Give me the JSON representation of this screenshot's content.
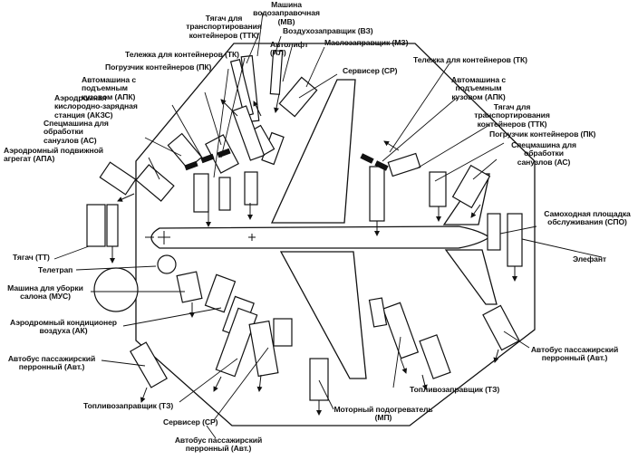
{
  "labels": {
    "mv": [
      "Машина водозаправочная",
      "(МВ)"
    ],
    "ttk_top": [
      "Тягач для",
      "транспортирования",
      "контейнеров (ТТК)"
    ],
    "vz": [
      "Воздухозаправщик (ВЗ)"
    ],
    "al": [
      "Автолифт (АЛ)"
    ],
    "mz": [
      "Маслозаправщик (МЗ)"
    ],
    "tk_left": [
      "Тележка для контейнеров (ТК)"
    ],
    "pk_left": [
      "Погрузчик контейнеров (ПК)"
    ],
    "apk_left": [
      "Автомашина с подъемным",
      "кузовом (АПК)"
    ],
    "akzs": [
      "Аэродромная",
      "кислородно-зарядная",
      "станция (АКЗС)"
    ],
    "as_left": [
      "Спецмашина для",
      "обработки",
      "санузлов (АС)"
    ],
    "apa": [
      "Аэродромный подвижной",
      "агрегат (АПА)"
    ],
    "sr_top": [
      "Сервисер (СР)"
    ],
    "tk_right": [
      "Тележка для контейнеров (ТК)"
    ],
    "apk_right": [
      "Автомашина с подъемным",
      "кузовом (АПК)"
    ],
    "ttk_right": [
      "Тягач для",
      "транспортирования",
      "контейнеров (ТТК)"
    ],
    "pk_right": [
      "Погрузчик контейнеров (ПК)"
    ],
    "as_right": [
      "Спецмашина для",
      "обработки",
      "санузлов (АС)"
    ],
    "spo": [
      "Самоходная площадка",
      "обслуживания (СПО)"
    ],
    "elefant": [
      "Элефант"
    ],
    "tt": [
      "Тягач (ТТ)"
    ],
    "teletrap": [
      "Телетрап"
    ],
    "mus": [
      "Машина для уборки",
      "салона (МУС)"
    ],
    "ak": [
      "Аэродромный кондиционер",
      "воздуха (АК)"
    ],
    "avt_left": [
      "Автобус пассажирский",
      "перронный (Авт.)"
    ],
    "tz_left": [
      "Топливозаправщик (ТЗ)"
    ],
    "sr_bottom": [
      "Сервисер (СР)"
    ],
    "avt_bottom": [
      "Автобус пассажирский",
      "перронный (Авт.)"
    ],
    "mp": [
      "Моторный подогреватель",
      "(МП)"
    ],
    "tz_right": [
      "Топливозаправщик (ТЗ)"
    ],
    "avt_right": [
      "Автобус пассажирский",
      "перронный (Авт.)"
    ]
  }
}
